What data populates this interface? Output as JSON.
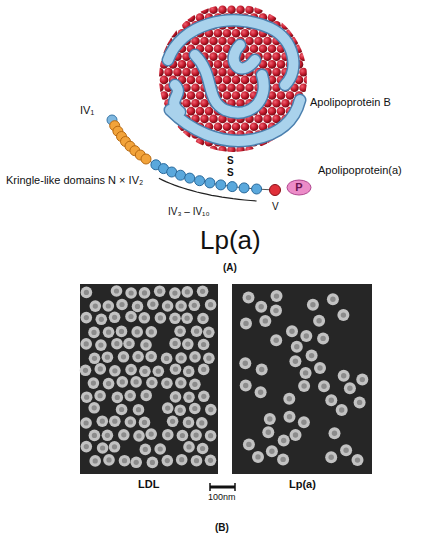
{
  "diagram": {
    "nodes": [
      {
        "text": [
          "P"
        ]
      }
    ],
    "labels": [
      "IV₁",
      "Apolipoprotein B",
      "S",
      "S",
      "Apolipoprotein(a)",
      "Kringle-like domains N × IV₂",
      "IV₃ – IV₁₀",
      "V",
      "Lp(a)",
      "(A)",
      "LDL",
      "100nm",
      "Lp(a)",
      "(B)"
    ]
  }
}
